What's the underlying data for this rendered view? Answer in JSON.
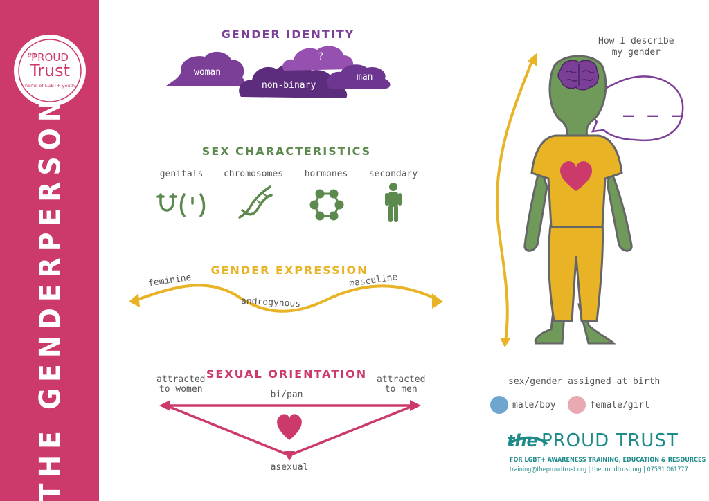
{
  "sidebar": {
    "title": "THE GENDERPERSON",
    "logo": {
      "small_word": "the",
      "word1": "PROUD",
      "word2": "Trust",
      "ring_text": "home of LGBT+ youth"
    }
  },
  "gender_identity": {
    "heading": "GENDER IDENTITY",
    "clouds": [
      "woman",
      "non-binary",
      "?",
      "man"
    ]
  },
  "sex_characteristics": {
    "heading": "SEX CHARACTERISTICS",
    "items": [
      {
        "label": "genitals",
        "icon": "genitals-icon"
      },
      {
        "label": "chromosomes",
        "icon": "dna-icon"
      },
      {
        "label": "hormones",
        "icon": "hormone-molecule-icon"
      },
      {
        "label": "secondary",
        "icon": "body-silhouette-icon"
      }
    ]
  },
  "gender_expression": {
    "heading": "GENDER EXPRESSION",
    "left": "feminine",
    "middle": "androgynous",
    "right": "masculine"
  },
  "sexual_orientation": {
    "heading": "SEXUAL ORIENTATION",
    "left": "attracted\nto women",
    "right": "attracted\nto men",
    "middle": "bi/pan",
    "bottom": "asexual"
  },
  "person": {
    "speech_line1": "How I describe",
    "speech_line2": "my gender",
    "bubble_text": "_ _ _"
  },
  "assigned_at_birth": {
    "heading": "sex/gender assigned at birth",
    "options": [
      {
        "label": "male/boy",
        "color": "#6fa6cf"
      },
      {
        "label": "female/girl",
        "color": "#e9a9b3"
      }
    ]
  },
  "footer": {
    "the": "the",
    "name": "PROUD TRUST",
    "tagline": "FOR LGBT+ AWARENESS TRAINING, EDUCATION & RESOURCES",
    "contact": "training@theproudtrust.org | theproudtrust.org | 07531 061777"
  },
  "colors": {
    "magenta": "#cc3a6b",
    "purple": "#7b3f98",
    "dark_purple": "#5b2d7c",
    "green": "#5c8a4e",
    "body_green": "#6f9a5a",
    "yellow": "#e8b324",
    "teal": "#1f8a8a"
  }
}
